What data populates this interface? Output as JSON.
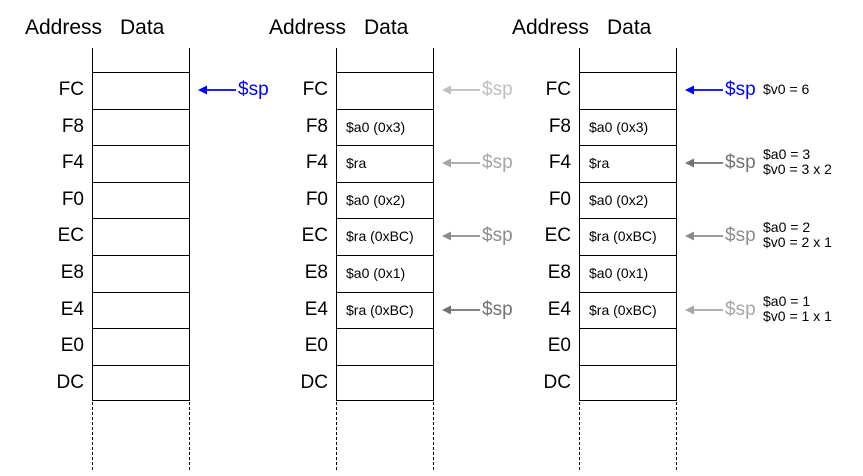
{
  "columns": [
    {
      "id": "stack-1",
      "header_address": "Address",
      "header_data": "Data",
      "rows": [
        {
          "address": "FC",
          "data": ""
        },
        {
          "address": "F8",
          "data": ""
        },
        {
          "address": "F4",
          "data": ""
        },
        {
          "address": "F0",
          "data": ""
        },
        {
          "address": "EC",
          "data": ""
        },
        {
          "address": "E8",
          "data": ""
        },
        {
          "address": "E4",
          "data": ""
        },
        {
          "address": "E0",
          "data": ""
        },
        {
          "address": "DC",
          "data": ""
        }
      ],
      "pointers": [
        {
          "row": 0,
          "label": "$sp",
          "color": "#0000ff",
          "note": ""
        }
      ]
    },
    {
      "id": "stack-2",
      "header_address": "Address",
      "header_data": "Data",
      "rows": [
        {
          "address": "FC",
          "data": ""
        },
        {
          "address": "F8",
          "data": "$a0 (0x3)"
        },
        {
          "address": "F4",
          "data": "$ra"
        },
        {
          "address": "F0",
          "data": "$a0 (0x2)"
        },
        {
          "address": "EC",
          "data": "$ra (0xBC)"
        },
        {
          "address": "E8",
          "data": "$a0 (0x1)"
        },
        {
          "address": "E4",
          "data": "$ra (0xBC)"
        },
        {
          "address": "E0",
          "data": ""
        },
        {
          "address": "DC",
          "data": ""
        }
      ],
      "pointers": [
        {
          "row": 0,
          "label": "$sp",
          "color": "#bfbfbf",
          "note": ""
        },
        {
          "row": 2,
          "label": "$sp",
          "color": "#a6a6a6",
          "note": ""
        },
        {
          "row": 4,
          "label": "$sp",
          "color": "#8c8c8c",
          "note": ""
        },
        {
          "row": 6,
          "label": "$sp",
          "color": "#737373",
          "note": ""
        }
      ]
    },
    {
      "id": "stack-3",
      "header_address": "Address",
      "header_data": "Data",
      "rows": [
        {
          "address": "FC",
          "data": ""
        },
        {
          "address": "F8",
          "data": "$a0 (0x3)"
        },
        {
          "address": "F4",
          "data": "$ra"
        },
        {
          "address": "F0",
          "data": "$a0 (0x2)"
        },
        {
          "address": "EC",
          "data": "$ra (0xBC)"
        },
        {
          "address": "E8",
          "data": "$a0 (0x1)"
        },
        {
          "address": "E4",
          "data": "$ra (0xBC)"
        },
        {
          "address": "E0",
          "data": ""
        },
        {
          "address": "DC",
          "data": ""
        }
      ],
      "pointers": [
        {
          "row": 0,
          "label": "$sp",
          "color": "#0000ff",
          "note": "$v0 = 6"
        },
        {
          "row": 2,
          "label": "$sp",
          "color": "#737373",
          "note": "$a0 = 3\n$v0 = 3 x 2"
        },
        {
          "row": 4,
          "label": "$sp",
          "color": "#8c8c8c",
          "note": "$a0 = 2\n$v0 = 2 x 1"
        },
        {
          "row": 6,
          "label": "$sp",
          "color": "#a6a6a6",
          "note": "$a0 = 1\n$v0 = 1 x 1"
        }
      ]
    }
  ]
}
